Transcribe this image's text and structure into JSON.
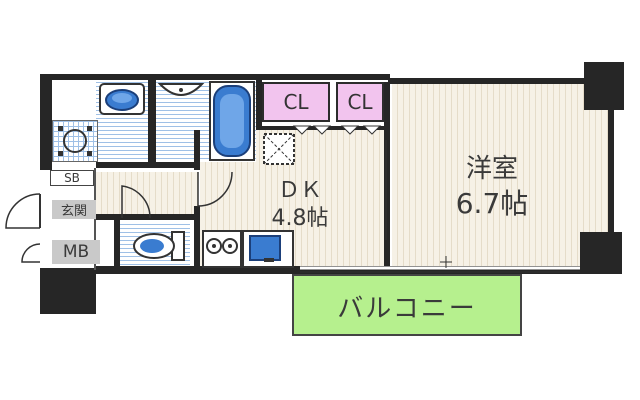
{
  "rooms": {
    "western": {
      "name": "洋室",
      "size": "6.7帖"
    },
    "dk": {
      "name": "ＤＫ",
      "size": "4.8帖"
    },
    "balcony": {
      "name": "バルコニー"
    },
    "closet_1": "CL",
    "closet_2": "CL",
    "shoe_box": "SB",
    "entrance": "玄関",
    "meter_box": "MB"
  },
  "colors": {
    "wall": "#262626",
    "floor_wood": "#f6f1e6",
    "closet": "#f2c4ee",
    "balcony": "#b6f08e",
    "wet_area": "#9fc0e6"
  }
}
